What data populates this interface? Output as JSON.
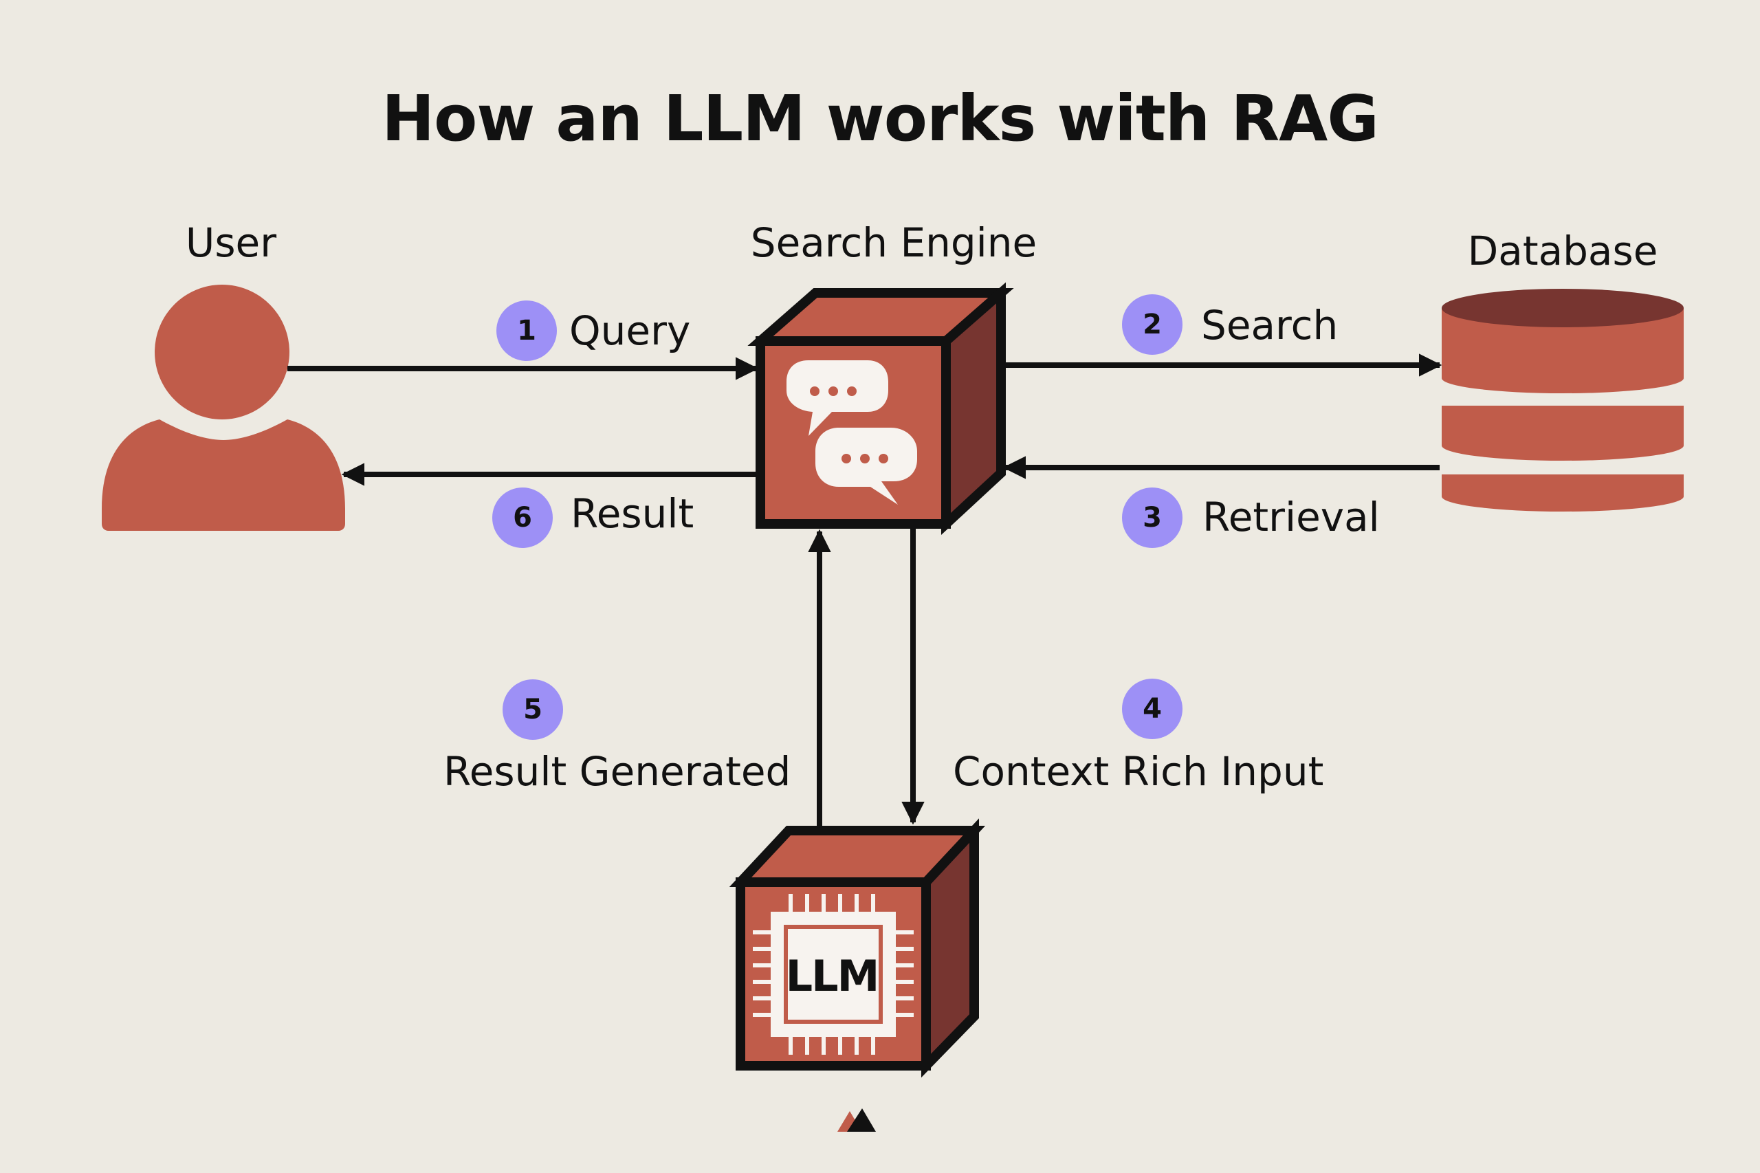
{
  "title": "How an LLM works with RAG",
  "nodes": {
    "user": "User",
    "search_engine": "Search Engine",
    "database": "Database",
    "llm": "LLM"
  },
  "steps": [
    {
      "number": "1",
      "label": "Query"
    },
    {
      "number": "2",
      "label": "Search"
    },
    {
      "number": "3",
      "label": "Retrieval"
    },
    {
      "number": "4",
      "label": "Context Rich Input"
    },
    {
      "number": "5",
      "label": "Result Generated"
    },
    {
      "number": "6",
      "label": "Result"
    }
  ],
  "colors": {
    "background": "#edeae2",
    "primary": "#c05c4a",
    "primary_dark": "#773530",
    "badge": "#9d90f6",
    "outline": "#111111"
  },
  "logo": "brand-logo-icon"
}
